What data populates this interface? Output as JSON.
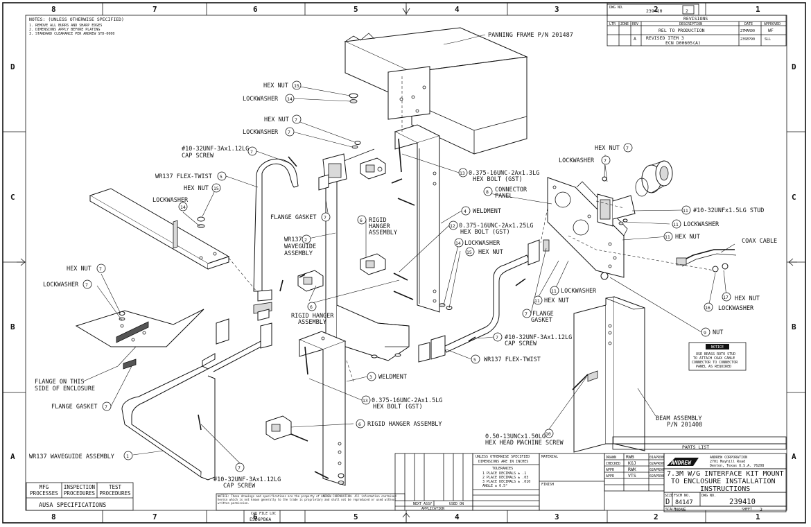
{
  "notes": {
    "title": "NOTES: (UNLESS OTHERWISE SPECIFIED)",
    "lines": [
      "1. REMOVE ALL BURRS AND SHARP EDGES",
      "2. DIMENSIONS APPLY BEFORE PLATING",
      "3. STANDARD CLEARANCE PER ANDREW STD-0000"
    ]
  },
  "zones": {
    "columns_top": [
      "8",
      "7",
      "6",
      "5",
      "4",
      "3",
      "2",
      "1"
    ],
    "columns_bottom": [
      "8",
      "7",
      "6",
      "5",
      "4",
      "3",
      "2",
      "1"
    ],
    "rows_left": [
      "D",
      "C",
      "B",
      "A"
    ],
    "rows_right": [
      "D",
      "C",
      "B",
      "A"
    ]
  },
  "revision_block": {
    "dwg_no_label": "DWG NO.",
    "dwg_no": "239410",
    "sheet_marker": "2",
    "title": "REVISIONS",
    "headers": [
      "LTR",
      "ZONE",
      "REV",
      "DESCRIPTION",
      "DATE",
      "APPROVED"
    ],
    "rows": [
      {
        "rev": "",
        "description": "REL TO PRODUCTION",
        "date": "27MAR90",
        "approved": "WF"
      },
      {
        "rev": "A",
        "description": "REVISED ITEM 3",
        "description2": "ECN D00605(A)",
        "date": "23SEP90",
        "approved": "SLL"
      }
    ]
  },
  "callouts": [
    {
      "id": "panning-frame",
      "text": "PANNING FRAME P/N 201487"
    },
    {
      "id": "hex-nut-15-top",
      "num": "15",
      "text": "HEX NUT"
    },
    {
      "id": "lockwasher-14-top",
      "num": "14",
      "text": "LOCKWASHER"
    },
    {
      "id": "hex-nut-7-top",
      "num": "7",
      "text": "HEX NUT"
    },
    {
      "id": "lockwasher-7-top",
      "num": "7",
      "text": "LOCKWASHER"
    },
    {
      "id": "cap-screw-7-top",
      "num": "7",
      "text": "#10-32UNF-3Ax1.12LG",
      "text2": "CAP SCREW"
    },
    {
      "id": "flex-twist-5-top",
      "num": "5",
      "text": "WR137 FLEX-TWIST"
    },
    {
      "id": "hex-nut-15-left",
      "num": "15",
      "text": "HEX NUT"
    },
    {
      "id": "lockwasher-14-left",
      "num": "14",
      "text": "LOCKWASHER"
    },
    {
      "id": "flange-gasket-7-mid",
      "num": "7",
      "text": "FLANGE GASKET"
    },
    {
      "id": "waveguide-2",
      "num": "2",
      "text": "WR137",
      "text2": "WAVEGUIDE",
      "text3": "ASSEMBLY"
    },
    {
      "id": "hex-bolt-13-top",
      "num": "13",
      "text": "0.375-16UNC-2Ax1.3LG",
      "text2": "HEX BOLT (GST)"
    },
    {
      "id": "weldment-4",
      "num": "4",
      "text": "WELDMENT"
    },
    {
      "id": "rigid-hanger-6-top",
      "num": "6",
      "text": "RIGID",
      "text2": "HANGER",
      "text3": "ASSEMBLY"
    },
    {
      "id": "hex-bolt-12",
      "num": "12",
      "text": "0.375-16UNC-2Ax1.25LG",
      "text2": "HEX BOLT (GST)"
    },
    {
      "id": "lockwasher-14-mid",
      "num": "14",
      "text": "LOCKWASHER"
    },
    {
      "id": "hex-nut-15-mid",
      "num": "15",
      "text": "HEX NUT"
    },
    {
      "id": "rigid-hanger-6-mid",
      "num": "6",
      "text": "RIGID HANGER",
      "text2": "ASSEMBLY"
    },
    {
      "id": "hex-nut-7-left",
      "num": "7",
      "text": "HEX NUT"
    },
    {
      "id": "lockwasher-7-left",
      "num": "7",
      "text": "LOCKWASHER"
    },
    {
      "id": "flange-on-side",
      "text": "FLANGE ON THIS",
      "text2": "SIDE OF ENCLOSURE"
    },
    {
      "id": "flange-gasket-7-left",
      "num": "7",
      "text": "FLANGE GASKET"
    },
    {
      "id": "waveguide-assy-1",
      "num": "1",
      "text": "WR137 WAVEGUIDE ASSEMBLY"
    },
    {
      "id": "weldment-3",
      "num": "3",
      "text": "WELDMENT"
    },
    {
      "id": "hex-bolt-13-low",
      "num": "13",
      "text": "0.375-16UNC-2Ax1.5LG",
      "text2": "HEX BOLT (GST)"
    },
    {
      "id": "rigid-hanger-6-low",
      "num": "6",
      "text": "RIGID HANGER ASSEMBLY"
    },
    {
      "id": "cap-screw-7-low",
      "num": "7",
      "text": "#10-32UNF-3Ax1.12LG",
      "text2": "CAP SCREW"
    },
    {
      "id": "flex-twist-5-low",
      "num": "5",
      "text": "WR137 FLEX-TWIST"
    },
    {
      "id": "cap-screw-7-mid",
      "num": "7",
      "text": "#10-32UNF-3Ax1.12LG",
      "text2": "CAP SCREW"
    },
    {
      "id": "flange-gasket-7-right",
      "num": "7",
      "text": "FLANGE",
      "text2": "GASKET"
    },
    {
      "id": "hex-nut-11-mid",
      "num": "11",
      "text": "HEX NUT"
    },
    {
      "id": "lockwasher-11-mid",
      "num": "11",
      "text": "LOCKWASHER"
    },
    {
      "id": "connector-panel-8",
      "num": "8",
      "text": "CONNECTOR",
      "text2": "PANEL"
    },
    {
      "id": "hex-nut-7-right",
      "num": "7",
      "text": "HEX NUT"
    },
    {
      "id": "lockwasher-7-right",
      "num": "7",
      "text": "LOCKWASHER"
    },
    {
      "id": "stud-11",
      "num": "11",
      "text": "#10-32UNFx1.5LG STUD"
    },
    {
      "id": "lockwasher-11-right",
      "num": "11",
      "text": "LOCKWASHER"
    },
    {
      "id": "hex-nut-11-right",
      "num": "11",
      "text": "HEX NUT"
    },
    {
      "id": "coax-cable",
      "text": "COAX CABLE"
    },
    {
      "id": "hex-nut-17",
      "num": "17",
      "text": "HEX NUT"
    },
    {
      "id": "lockwasher-16",
      "num": "16",
      "text": "LOCKWASHER"
    },
    {
      "id": "nut-9",
      "num": "9",
      "text": "NUT"
    },
    {
      "id": "machine-screw-10",
      "num": "10",
      "text": "0.50-13UNCx1.50LG",
      "text2": "HEX HEAD MACHINE SCREW"
    },
    {
      "id": "beam-assembly",
      "text": "BEAM ASSEMBLY",
      "text2": "P/N 201408"
    }
  ],
  "notice": {
    "title": "NOTICE",
    "lines": [
      "USE BRASS ROTO STUD",
      "TO ATTACH COAX CABLE",
      "CONNECTOR TO CONNECTOR",
      "PANEL AS REQUIRED"
    ]
  },
  "spec_block": {
    "headers": [
      "MFG PROCESSES",
      "INSPECTION PROCEDURES",
      "TEST PROCEDURES"
    ],
    "footer": "AUSA SPECIFICATIONS"
  },
  "title_block": {
    "proprietary": "NOTICE: These drawings and specifications are the property of ANDREW CORPORATION. All information contained herein which is not known generally to the trade is proprietary and shall not be reproduced or used without written permission.",
    "cad_file_label": "CAD FILE LOC",
    "cad_file": "ESD6PB6A",
    "next_assy": "NEXT ASSY",
    "used_on": "USED ON",
    "application": "APPLICATION",
    "tol_title": "UNLESS OTHERWISE SPECIFIED",
    "tol_sub": "DIMENSIONS ARE IN INCHES",
    "tolerances_label": "TOLERANCES",
    "tolerances": [
      "1 PLACE DECIMALS ± .1",
      "2 PLACE DECIMALS ± .03",
      "3 PLACE DECIMALS ± .010",
      "ANGLE ± 0.5°"
    ],
    "material": "MATERIAL",
    "finish": "FINISH",
    "sig_rows": [
      {
        "role": "DRAWN",
        "name": "RWB",
        "date": "01APR90"
      },
      {
        "role": "CHECKED",
        "name": "KGJ",
        "date": "02APR90"
      },
      {
        "role": "APPR",
        "name": "RWK",
        "date": "02APR90"
      },
      {
        "role": "APPR",
        "name": "VTS",
        "date": "02APR90"
      }
    ],
    "company_logo": "ANDREW",
    "company_lines": [
      "ANDREW CORPORATION",
      "2701 Mayhill Road",
      "Denton, Texas U.S.A. 76208"
    ],
    "title_lines": [
      "7.3M W/G INTERFACE KIT MOUNT",
      "TO ENCLOSURE INSTALLATION",
      "INSTRUCTIONS"
    ],
    "size_label": "SIZE",
    "size": "D",
    "fscm_label": "FSCM NO.",
    "fscm": "84147",
    "dwg_label": "DWG NO.",
    "dwg_no": "239410",
    "scale_label": "SCALE",
    "scale": "NONE",
    "sheet_label": "SHEET",
    "sheet": "2",
    "parts_list": "PARTS LIST"
  }
}
